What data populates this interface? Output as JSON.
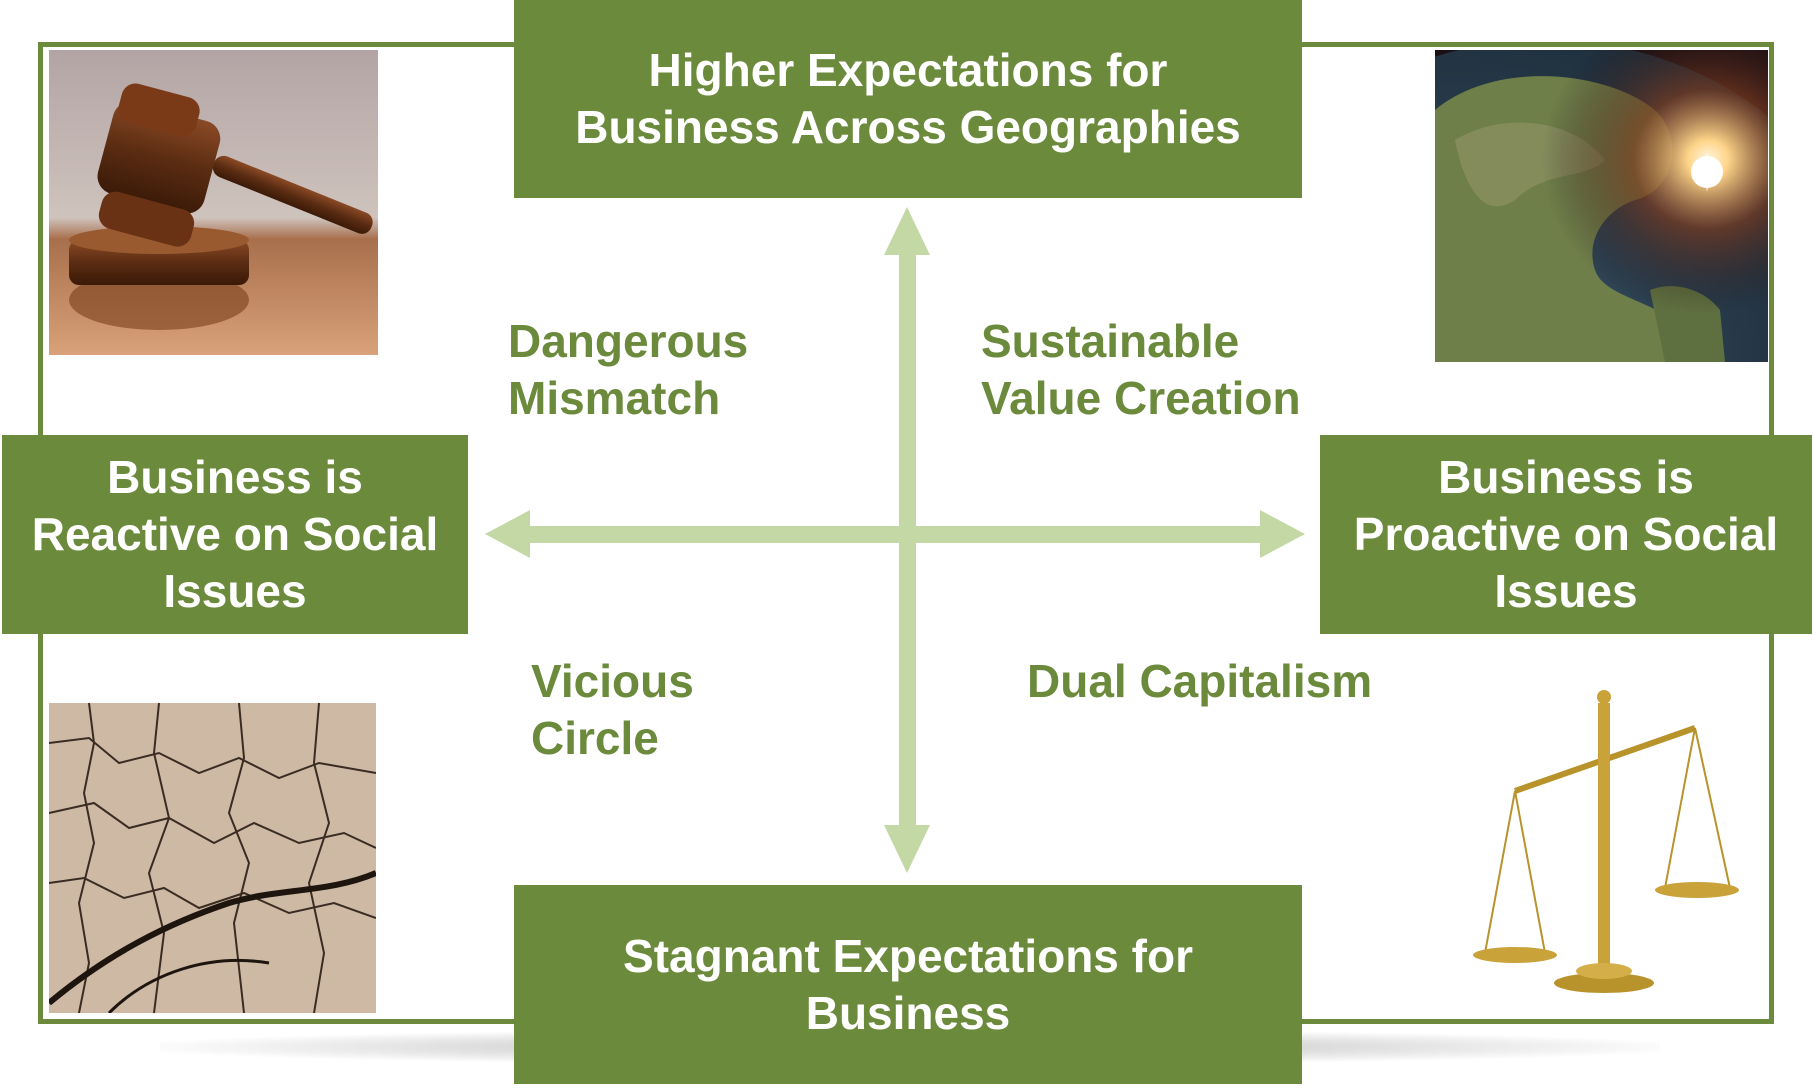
{
  "top_box": {
    "lines": [
      "Higher Expectations for",
      "Business Across Geographies"
    ]
  },
  "bottom_box": {
    "lines": [
      "Stagnant Expectations for",
      "Business"
    ]
  },
  "left_box": {
    "lines": [
      "Business is",
      "Reactive on Social",
      "Issues"
    ]
  },
  "right_box": {
    "lines": [
      "Business is",
      "Proactive on Social",
      "Issues"
    ]
  },
  "quadrants": {
    "top_left": {
      "lines": [
        "Dangerous",
        "Mismatch"
      ]
    },
    "top_right": {
      "lines": [
        "Sustainable",
        "Value Creation"
      ]
    },
    "bottom_left": {
      "lines": [
        "Vicious",
        "Circle"
      ]
    },
    "bottom_right": {
      "lines": [
        "Dual Capitalism"
      ]
    }
  },
  "images": {
    "top_left": "gavel-icon",
    "top_right": "earth-icon",
    "bottom_left": "cracked-earth-icon",
    "bottom_right": "scales-icon"
  },
  "colors": {
    "box_green": "#6b8a3c",
    "arrow_green": "#c3d8a4",
    "text_white": "#ffffff"
  }
}
